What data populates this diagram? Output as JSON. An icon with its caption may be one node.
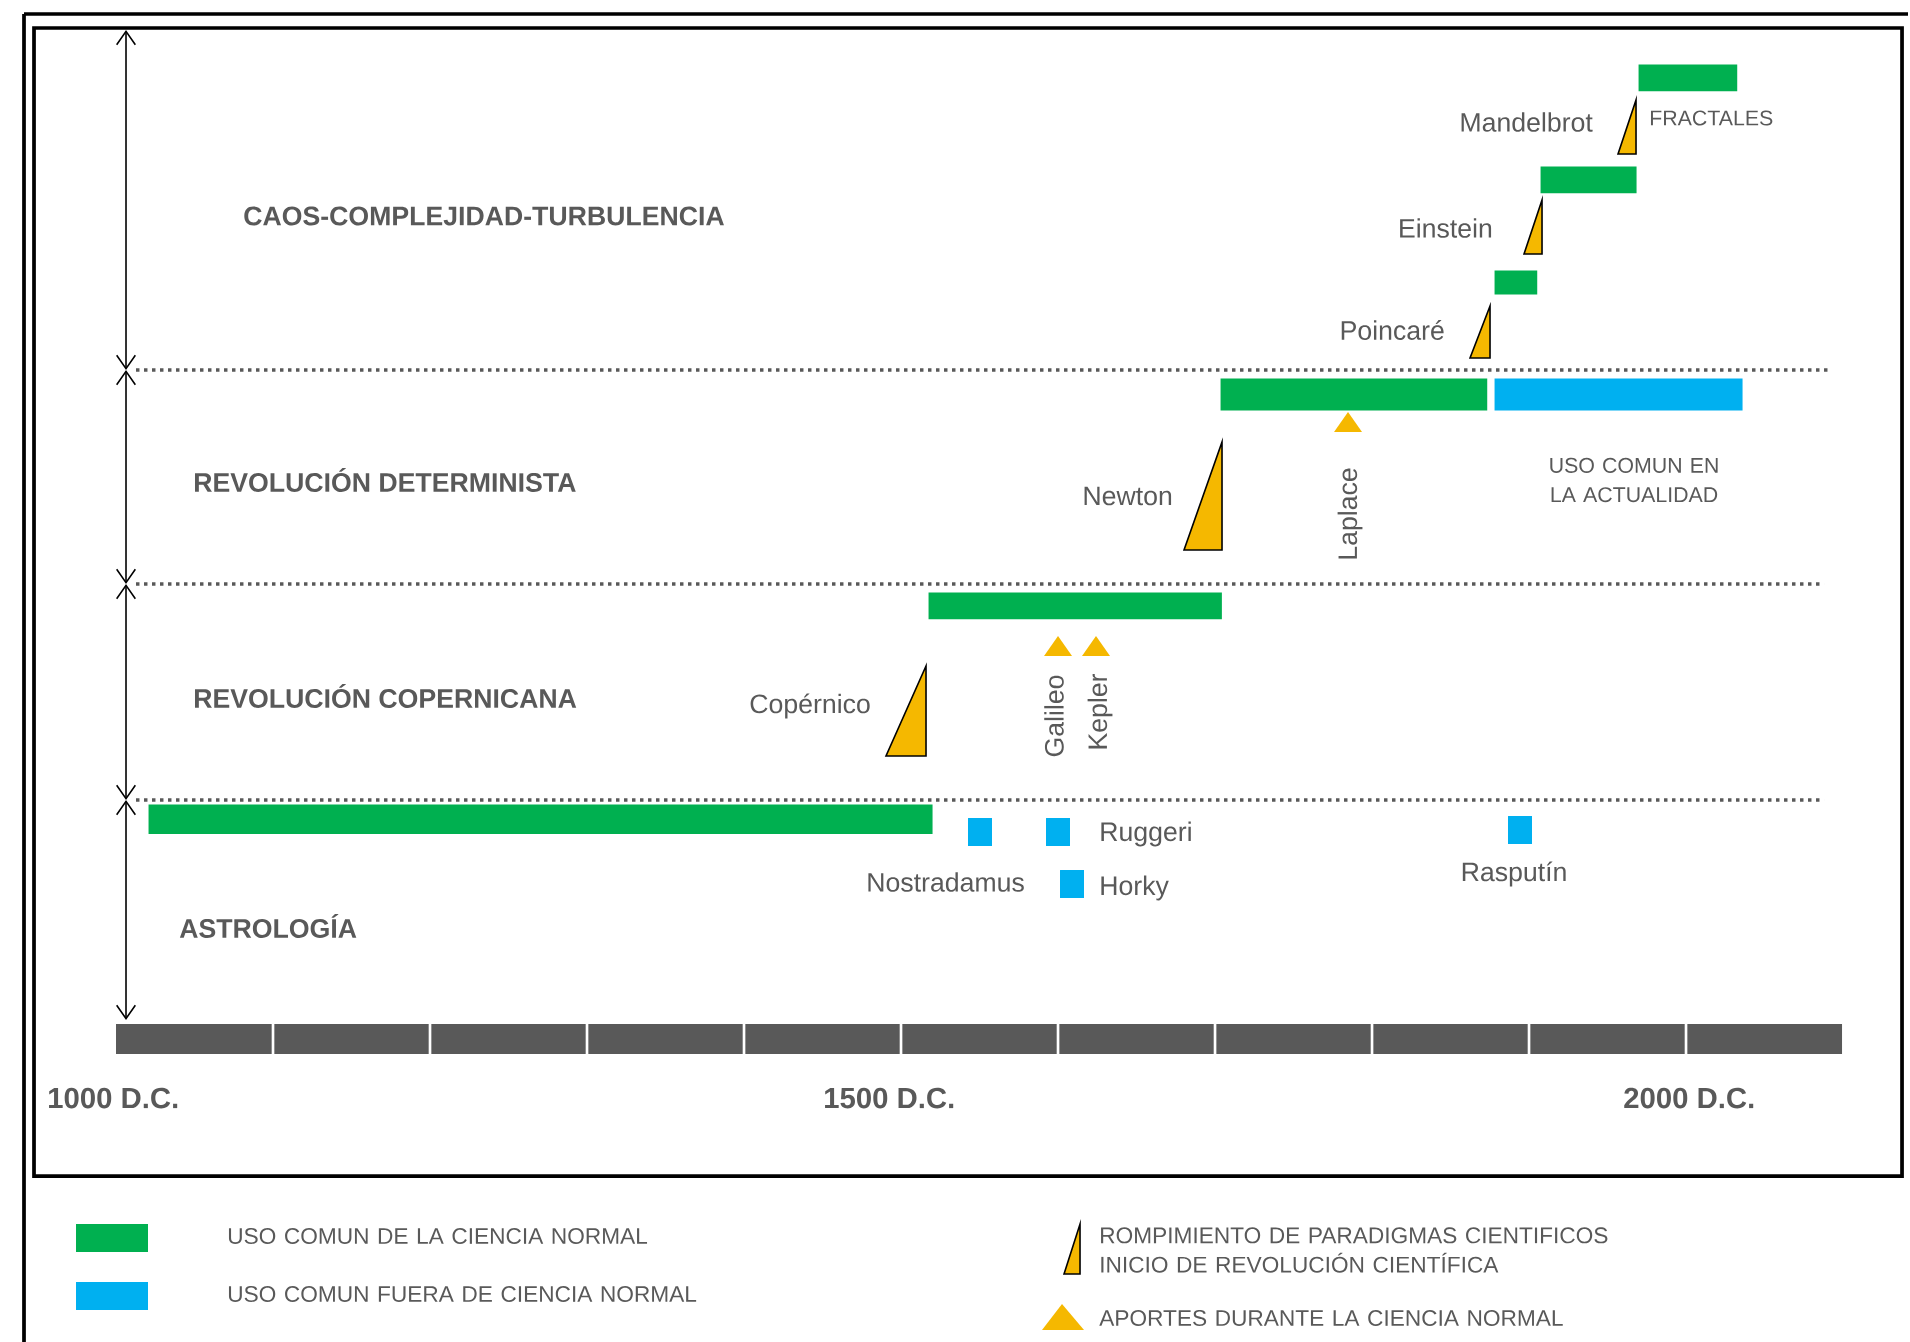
{
  "diagram": {
    "nodes": [
      {
        "text": [],
        "shape": "bar"
      },
      {
        "text": [],
        "shape": "bar"
      },
      {
        "text": [],
        "shape": "bar"
      },
      {
        "text": [],
        "shape": "bar"
      },
      {
        "text": [],
        "shape": "bar"
      },
      {
        "text": [],
        "shape": "bar"
      },
      {
        "text": [],
        "shape": "bar"
      }
    ],
    "labels": [
      "CAOS-COMPLEJIDAD-TURBULENCIA",
      "Mandelbrot",
      "FRACTALES",
      "Einstein",
      "Poincaré",
      "REVOLUCIÓN  DETERMINISTA",
      "Newton",
      "Laplace",
      "USO COMUN EN LA ACTUALIDAD",
      "REVOLUCIÓN COPERNICANA",
      "Copérnico",
      "Galileo",
      "Kepler",
      "Ruggeri",
      "Nostradamus",
      "Horky",
      "Rasputín",
      "ASTROLOGÍA",
      "1000 D.C.",
      "1500 D.C.",
      "2000 D.C."
    ],
    "legend": [
      {
        "text": "USO COMUN DE LA CIENCIA NORMAL",
        "color": "#00b050"
      },
      {
        "text": "USO COMUN FUERA DE CIENCIA NORMAL",
        "color": "#00b0f0"
      },
      {
        "text": "ROMPIMIENTO DE PARADIGMAS CIENTIFICOS INICIO DE REVOLUCIÓN CIENTÍFICA"
      },
      {
        "text": "APORTES DURANTE LA CIENCIA NORMAL"
      }
    ]
  }
}
